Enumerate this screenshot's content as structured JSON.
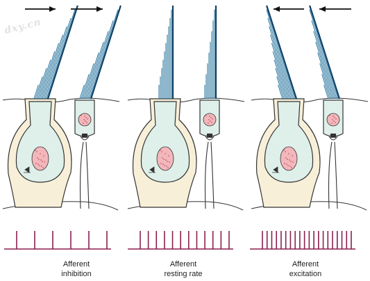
{
  "watermark": "dxy.cn",
  "colors": {
    "hair": "#1f6f9a",
    "hair_dark": "#0d3f66",
    "cell_fill": "#f7efd8",
    "hair_cell_fill": "#dff0ea",
    "nucleus": "#f3b7bb",
    "nucleus_dots": "#b34a5e",
    "spike": "#8b1f4f",
    "arrow": "#111111",
    "outline": "#333333"
  },
  "panels": [
    {
      "state": "inhibition",
      "arrow_direction": "right",
      "bundle_deflection": "toward-right",
      "spikes": 6,
      "caption": [
        "Afferent",
        "inhibition"
      ]
    },
    {
      "state": "resting",
      "arrow_direction": "none",
      "bundle_deflection": "upright",
      "spikes": 12,
      "caption": [
        "Afferent",
        "resting rate"
      ]
    },
    {
      "state": "excitation",
      "arrow_direction": "left",
      "bundle_deflection": "toward-left",
      "spikes": 20,
      "caption": [
        "Afferent",
        "excitation"
      ]
    }
  ]
}
